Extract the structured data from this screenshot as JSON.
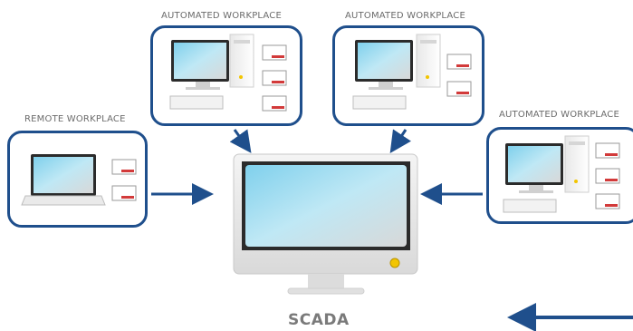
{
  "labels": {
    "remote": "REMOTE WORKPLACE",
    "auto1": "AUTOMATED WORKPLACE",
    "auto2": "AUTOMATED WORKPLACE",
    "auto3": "AUTOMATED WORKPLACE",
    "center": "SCADA"
  },
  "colors": {
    "frame": "#1f4f8c",
    "arrow": "#1f4f8c",
    "screen": "#79c9e6"
  }
}
